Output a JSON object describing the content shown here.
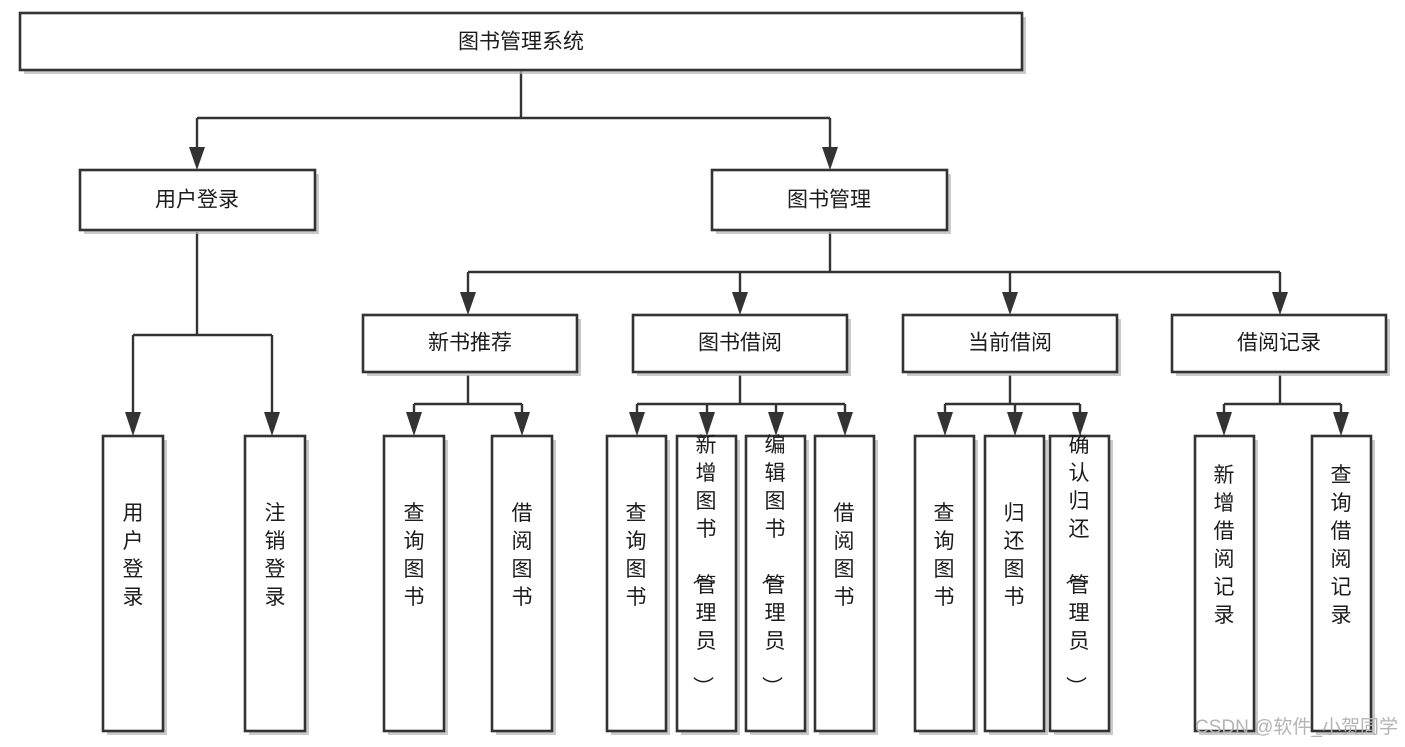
{
  "diagram": {
    "type": "tree-hierarchy",
    "title": "图书管理系统",
    "orientation": "top-down",
    "levels": 4,
    "root": {
      "id": "root",
      "label": "图书管理系统",
      "orientation": "horizontal"
    },
    "level2": [
      {
        "id": "user-login",
        "label": "用户登录",
        "orientation": "horizontal"
      },
      {
        "id": "book-manage",
        "label": "图书管理",
        "orientation": "horizontal"
      }
    ],
    "level3": [
      {
        "id": "new-book-recommend",
        "label": "新书推荐",
        "orientation": "horizontal",
        "parent": "book-manage"
      },
      {
        "id": "book-borrow",
        "label": "图书借阅",
        "orientation": "horizontal",
        "parent": "book-manage"
      },
      {
        "id": "current-borrow",
        "label": "当前借阅",
        "orientation": "horizontal",
        "parent": "book-manage"
      },
      {
        "id": "borrow-record",
        "label": "借阅记录",
        "orientation": "horizontal",
        "parent": "book-manage"
      }
    ],
    "leaves": {
      "user-login": [
        {
          "id": "leaf-user-login",
          "label": "用户登录",
          "orientation": "vertical"
        },
        {
          "id": "leaf-logout",
          "label": "注销登录",
          "orientation": "vertical"
        }
      ],
      "new-book-recommend": [
        {
          "id": "leaf-query-book-1",
          "label": "查询图书",
          "orientation": "vertical"
        },
        {
          "id": "leaf-borrow-book-1",
          "label": "借阅图书",
          "orientation": "vertical"
        }
      ],
      "book-borrow": [
        {
          "id": "leaf-query-book-2",
          "label": "查询图书",
          "orientation": "vertical"
        },
        {
          "id": "leaf-add-book",
          "label": "新增图书（管理员）",
          "orientation": "vertical"
        },
        {
          "id": "leaf-edit-book",
          "label": "编辑图书（管理员）",
          "orientation": "vertical"
        },
        {
          "id": "leaf-borrow-book-2",
          "label": "借阅图书",
          "orientation": "vertical"
        }
      ],
      "current-borrow": [
        {
          "id": "leaf-query-book-3",
          "label": "查询图书",
          "orientation": "vertical"
        },
        {
          "id": "leaf-return-book",
          "label": "归还图书",
          "orientation": "vertical"
        },
        {
          "id": "leaf-confirm-return",
          "label": "确认归还（管理员）",
          "orientation": "vertical"
        }
      ],
      "borrow-record": [
        {
          "id": "leaf-add-record",
          "label": "新增借阅记录",
          "orientation": "vertical"
        },
        {
          "id": "leaf-query-record",
          "label": "查询借阅记录",
          "orientation": "vertical"
        }
      ]
    },
    "colors": {
      "box_fill": "#ffffff",
      "box_stroke": "#333333",
      "connector": "#333333",
      "text": "#1c1c1c",
      "watermark": "#b4b4b4",
      "background": "#ffffff"
    }
  },
  "watermark": {
    "label": "CSDN @软件_小贺同学"
  }
}
